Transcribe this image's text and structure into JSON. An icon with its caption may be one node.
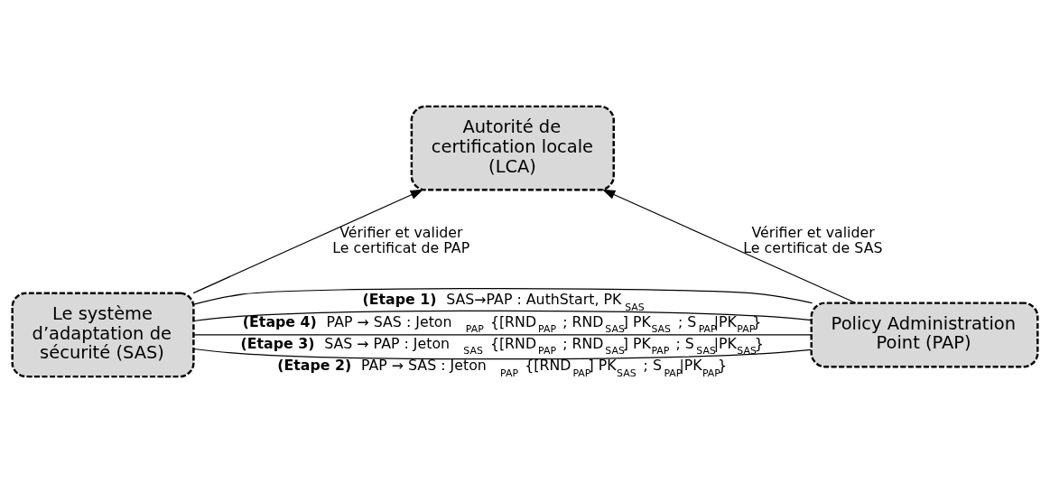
{
  "diagram": {
    "nodes": [
      {
        "text": [
          "Autorité de certification locale (LCA)"
        ]
      },
      {
        "text": [
          "Le système d’adaptation de sécurité (SAS)"
        ]
      },
      {
        "text": [
          "Policy Administration Point (PAP)"
        ]
      }
    ],
    "edges": [
      {
        "from": 1,
        "to": 0,
        "arrow": "to",
        "label": "Vérifier et valider Le certificat de PAP"
      },
      {
        "from": 2,
        "to": 0,
        "arrow": "to",
        "label": "Vérifier et valider Le certificat de SAS"
      },
      {
        "from": 1,
        "to": 2,
        "arrow": "none",
        "label": "**(Etape 3)** SAS → PAP : Jeton $_{SAS}$ {[RND$_{PAP}$ ; RND$_{SAS}$] PK$_{PAP}$ ; S$_{SAS}$|PK$_{SAS}$}"
      },
      {
        "from": 1,
        "to": 2,
        "arrow": "none",
        "label": "**(Etape 1)** SAS→PAP : AuthStart, PK$_{SAS}$"
      },
      {
        "from": 1,
        "to": 2,
        "arrow": "none",
        "label": "**(Etape 2)** PAP → SAS : Jeton $_{PAP}$ {[RND$_{PAP}$] PK$_{SAS}$ ; S$_{PAP}$|PK$_{PAP}$}"
      },
      {
        "from": 1,
        "to": 2,
        "arrow": "none",
        "label": "**(Etape 4)** PAP → SAS : Jeton $_{PAP}$ {[RND$_{PAP}$ ; RND$_{SAS}$] PK$_{SAS}$ ; S$_{PAP}$|PK$_{PAP}$}"
      }
    ]
  }
}
